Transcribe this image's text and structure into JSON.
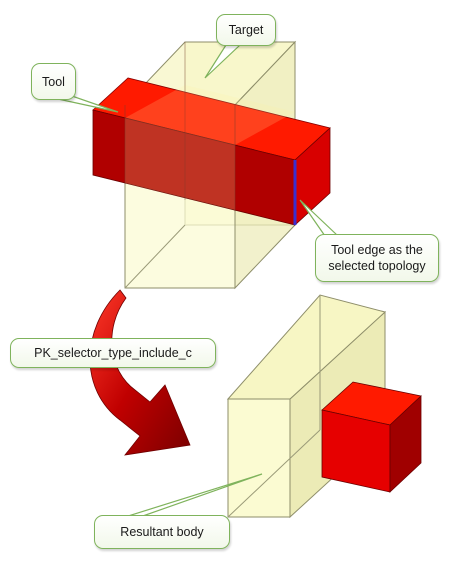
{
  "callouts": {
    "target": "Target",
    "tool": "Tool",
    "tool_edge_line1": "Tool edge as the",
    "tool_edge_line2": "selected topology",
    "selector": "PK_selector_type_include_c",
    "resultant": "Resultant body"
  },
  "colors": {
    "target_front": "#fbfbd2",
    "target_side": "#ecebb6",
    "target_edge": "#8e8e6a",
    "tool_front": "#b00000",
    "tool_top": "#ff1a00",
    "tool_side": "#d80000",
    "selected_edge": "#3a2fd0",
    "arrow": "#c00000",
    "callout_border": "#7fb35c"
  },
  "icons": {
    "process_arrow": "curved-arrow-down-right"
  }
}
